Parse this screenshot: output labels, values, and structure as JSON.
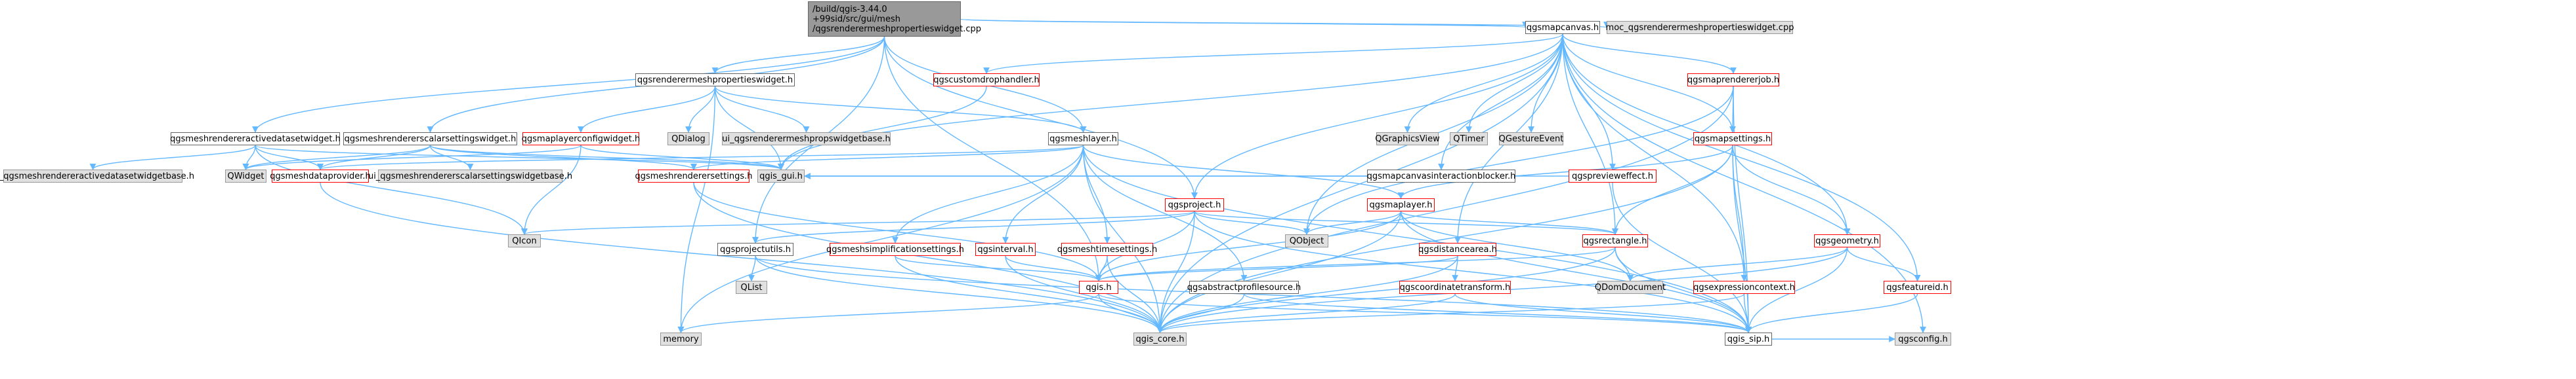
{
  "title": "/build/qgis-3.44.0+99sid/src/gui/mesh/qgsrenderermeshpropertieswidget.cpp",
  "colors": {
    "edge": "#63b8ff",
    "node_border": "#666666",
    "red_border": "#ff0000",
    "gray_fill": "#e0e0e0",
    "root_fill": "#999999"
  },
  "nodes": {
    "root": {
      "label": "/build/qgis-3.44.0\n+99sid/src/gui/mesh\n/qgsrenderermeshpropertieswidget.cpp"
    },
    "qgsmapcanvas": {
      "label": "qgsmapcanvas.h"
    },
    "moc": {
      "label": "moc_qgsrenderermeshpropertieswidget.cpp"
    },
    "qgsrenderermeshpropertieswidget": {
      "label": "qgsrenderermeshpropertieswidget.h"
    },
    "qgsmeshrendereractivedatasetwidget": {
      "label": "qgsmeshrendereractivedatasetwidget.h"
    },
    "qgsmeshrendererscalarsettingswidget": {
      "label": "qgsmeshrendererscalarsettingswidget.h"
    },
    "qgscustomdrophandler": {
      "label": "qgscustomdrophandler.h"
    },
    "qgsmaprendererjob": {
      "label": "qgsmaprendererjob.h"
    },
    "qdialog": {
      "label": "QDialog"
    },
    "ui_qgsrenderermeshpropswidgetbase": {
      "label": "ui_qgsrenderermeshpropswidgetbase.h"
    },
    "qgsmeshlayer": {
      "label": "qgsmeshlayer.h"
    },
    "qgraphicsview": {
      "label": "QGraphicsView"
    },
    "qtimer": {
      "label": "QTimer"
    },
    "qgestureevent": {
      "label": "QGestureEvent"
    },
    "qgsmapsettings": {
      "label": "qgsmapsettings.h"
    },
    "qgsmapcanvasinteractionblocker": {
      "label": "qgsmapcanvasinteractionblocker.h"
    },
    "qgspreviewеffect": {
      "label": "qgspreviewеffect.h"
    },
    "qgsmaplayerconfigwidget": {
      "label": "qgsmaplayerconfigwidget.h"
    },
    "ui_qgsmeshrendereractivedatasetwidgetbase": {
      "label": "ui_qgsmeshrendereractivedatasetwidgetbase.h"
    },
    "qwidget": {
      "label": "QWidget"
    },
    "qgsmeshdataprovider": {
      "label": "qgsmeshdataprovider.h"
    },
    "ui_qgsmeshrendererscalarsettingswidgetbase": {
      "label": "ui_qgsmeshrendererscalarsettingswidgetbase.h"
    },
    "qgsmeshrenderersettings": {
      "label": "qgsmeshrenderersettings.h"
    },
    "qgis_gui": {
      "label": "qgis_gui.h"
    },
    "qgsproject": {
      "label": "qgsproject.h"
    },
    "qgsmaplayer": {
      "label": "qgsmaplayer.h"
    },
    "qicon": {
      "label": "QIcon"
    },
    "qobject": {
      "label": "QObject"
    },
    "qgsprojectutils": {
      "label": "qgsprojectutils.h"
    },
    "qgsmeshsimplificationsettings": {
      "label": "qgsmeshsimplificationsettings.h"
    },
    "qgsinterval": {
      "label": "qgsinterval.h"
    },
    "qgsmeshtimesettings": {
      "label": "qgsmeshtimesettings.h"
    },
    "qgsdistancearea": {
      "label": "qgsdistancearea.h"
    },
    "qgsrectangle": {
      "label": "qgsrectangle.h"
    },
    "qgsgeometry": {
      "label": "qgsgeometry.h"
    },
    "qlist": {
      "label": "QList"
    },
    "qgis": {
      "label": "qgis.h"
    },
    "qgsabstractprofilesource": {
      "label": "qgsabstractprofilesource.h"
    },
    "qgscoordinatetransform": {
      "label": "qgscoordinatetransform.h"
    },
    "qdomdocument": {
      "label": "QDomDocument"
    },
    "qgsexpressioncontext": {
      "label": "qgsexpressioncontext.h"
    },
    "qgsfeatureid": {
      "label": "qgsfeatureid.h"
    },
    "memory": {
      "label": "memory"
    },
    "qgis_core": {
      "label": "qgis_core.h"
    },
    "qgis_sip": {
      "label": "qgis_sip.h"
    },
    "qgsconfig": {
      "label": "qgsconfig.h"
    }
  }
}
